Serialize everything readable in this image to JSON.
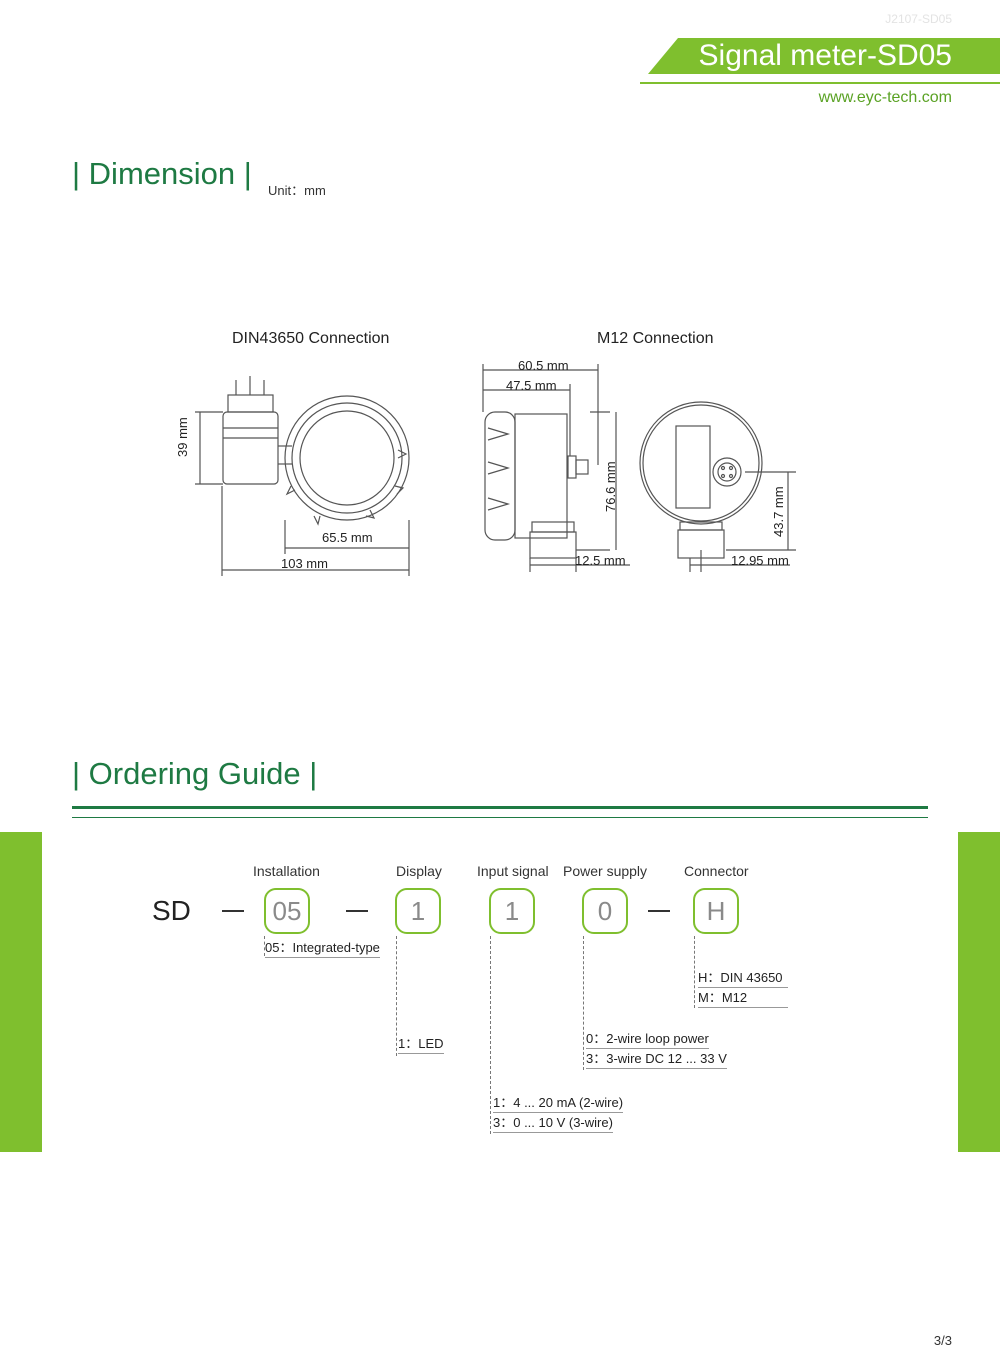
{
  "header": {
    "doc_code": "J2107-SD05",
    "title": "Signal meter-SD05",
    "website": "www.eyc-tech.com"
  },
  "dimension": {
    "title": "| Dimension |",
    "unit": "Unit：mm",
    "din_label": "DIN43650 Connection",
    "m12_label": "M12 Connection",
    "din_dims": {
      "height": "39 mm",
      "dial": "65.5 mm",
      "total": "103 mm"
    },
    "m12_dims": {
      "top_outer": "60.5 mm",
      "top_inner": "47.5 mm",
      "side_height": "76.6 mm",
      "fitting": "12.5 mm",
      "front_height": "43.7 mm",
      "front_fitting": "12.95 mm"
    }
  },
  "ordering": {
    "title": "| Ordering Guide |",
    "prefix": "SD",
    "segments": [
      {
        "category": "Installation",
        "code": "05",
        "options": [
          "05：Integrated-type"
        ]
      },
      {
        "category": "Display",
        "code": "1",
        "options": [
          "1：LED"
        ]
      },
      {
        "category": "Input signal",
        "code": "1",
        "options": [
          "1：4 ... 20 mA (2-wire)",
          "3：0 ... 10 V (3-wire)"
        ]
      },
      {
        "category": "Power supply",
        "code": "0",
        "options": [
          "0：2-wire loop power",
          "3：3-wire DC 12 ... 33 V"
        ]
      },
      {
        "category": "Connector",
        "code": "H",
        "options": [
          "H：DIN 43650",
          "M：M12"
        ]
      }
    ]
  },
  "footer": {
    "page": "3/3"
  },
  "colors": {
    "accent_green": "#7fbf2e",
    "heading_green": "#1e7a43"
  }
}
